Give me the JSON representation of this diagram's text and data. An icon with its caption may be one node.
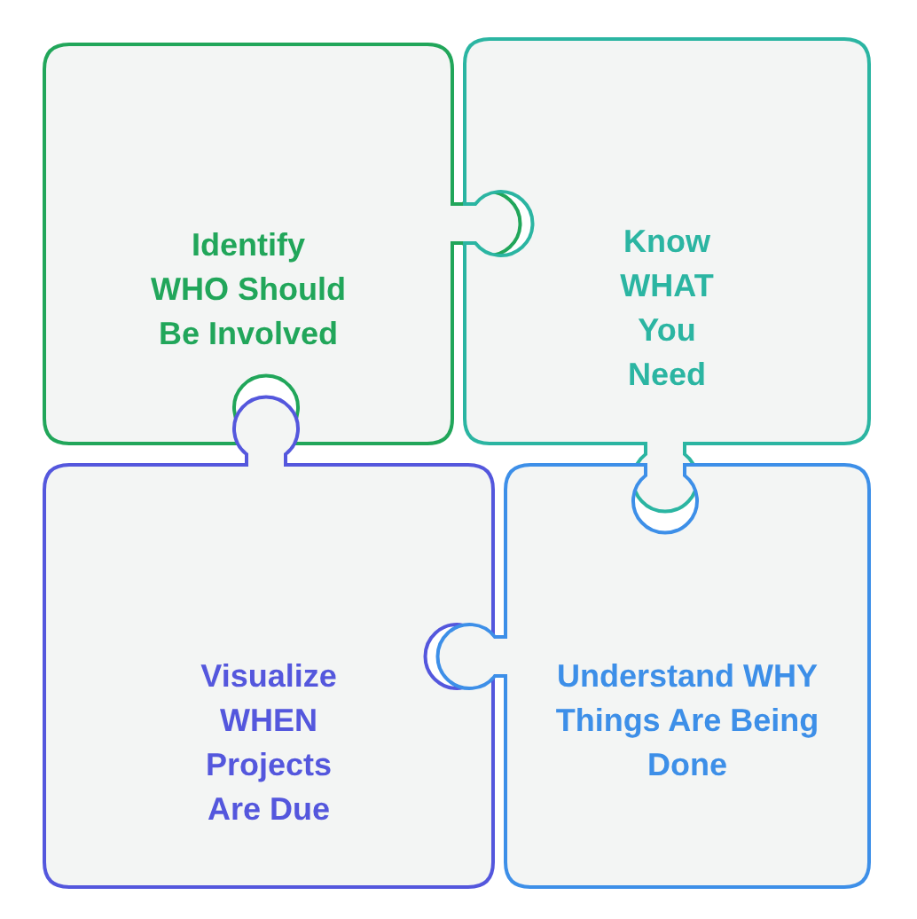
{
  "diagram": {
    "nodes": [
      {
        "text": [
          "Identify WHO Should Be Involved"
        ]
      },
      {
        "text": [
          "Know WHAT You Need"
        ]
      },
      {
        "text": [
          "Visualize WHEN Projects Are Due"
        ]
      },
      {
        "text": [
          "Understand WHY Things Are Being Done"
        ]
      }
    ]
  }
}
